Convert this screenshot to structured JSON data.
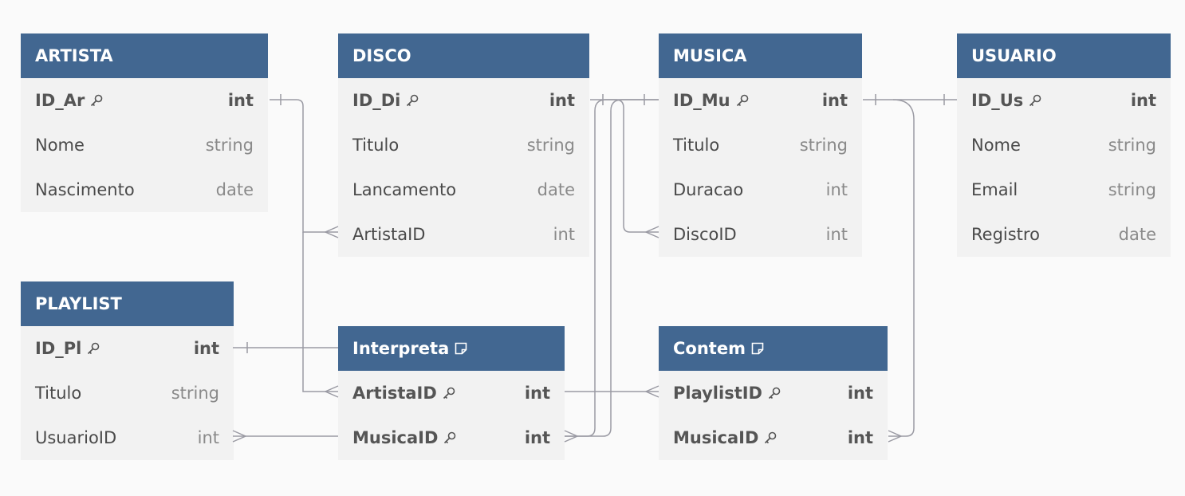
{
  "tables": [
    {
      "id": "artista",
      "title": "ARTISTA",
      "note": false,
      "fields": [
        {
          "name": "ID_Ar",
          "type": "int",
          "pk": true
        },
        {
          "name": "Nome",
          "type": "string",
          "pk": false
        },
        {
          "name": "Nascimento",
          "type": "date",
          "pk": false
        }
      ]
    },
    {
      "id": "disco",
      "title": "DISCO",
      "note": false,
      "fields": [
        {
          "name": "ID_Di",
          "type": "int",
          "pk": true
        },
        {
          "name": "Titulo",
          "type": "string",
          "pk": false
        },
        {
          "name": "Lancamento",
          "type": "date",
          "pk": false
        },
        {
          "name": "ArtistaID",
          "type": "int",
          "pk": false
        }
      ]
    },
    {
      "id": "musica",
      "title": "MUSICA",
      "note": false,
      "fields": [
        {
          "name": "ID_Mu",
          "type": "int",
          "pk": true
        },
        {
          "name": "Titulo",
          "type": "string",
          "pk": false
        },
        {
          "name": "Duracao",
          "type": "int",
          "pk": false
        },
        {
          "name": "DiscoID",
          "type": "int",
          "pk": false
        }
      ]
    },
    {
      "id": "usuario",
      "title": "USUARIO",
      "note": false,
      "fields": [
        {
          "name": "ID_Us",
          "type": "int",
          "pk": true
        },
        {
          "name": "Nome",
          "type": "string",
          "pk": false
        },
        {
          "name": "Email",
          "type": "string",
          "pk": false
        },
        {
          "name": "Registro",
          "type": "date",
          "pk": false
        }
      ]
    },
    {
      "id": "playlist",
      "title": "PLAYLIST",
      "note": false,
      "fields": [
        {
          "name": "ID_Pl",
          "type": "int",
          "pk": true
        },
        {
          "name": "Titulo",
          "type": "string",
          "pk": false
        },
        {
          "name": "UsuarioID",
          "type": "int",
          "pk": false
        }
      ]
    },
    {
      "id": "interpreta",
      "title": "Interpreta",
      "note": true,
      "fields": [
        {
          "name": "ArtistaID",
          "type": "int",
          "pk": true
        },
        {
          "name": "MusicaID",
          "type": "int",
          "pk": true
        }
      ]
    },
    {
      "id": "contem",
      "title": "Contem",
      "note": true,
      "fields": [
        {
          "name": "PlaylistID",
          "type": "int",
          "pk": true
        },
        {
          "name": "MusicaID",
          "type": "int",
          "pk": true
        }
      ]
    }
  ],
  "relationships": [
    {
      "from": "artista.ID_Ar",
      "to": "disco.ArtistaID",
      "kind": "one-to-many"
    },
    {
      "from": "artista.ID_Ar",
      "to": "interpreta.ArtistaID",
      "kind": "one-to-many"
    },
    {
      "from": "disco.ID_Di",
      "to": "musica.DiscoID",
      "kind": "one-to-many"
    },
    {
      "from": "musica.ID_Mu",
      "to": "interpreta.MusicaID",
      "kind": "one-to-many"
    },
    {
      "from": "musica.ID_Mu",
      "to": "contem.MusicaID",
      "kind": "one-to-many"
    },
    {
      "from": "usuario.ID_Us",
      "to": "playlist.UsuarioID",
      "kind": "one-to-many"
    },
    {
      "from": "playlist.ID_Pl",
      "to": "contem.PlaylistID",
      "kind": "one-to-many"
    }
  ],
  "colors": {
    "header": "#426791",
    "body": "#f2f2f2",
    "edge": "#9a9aa3",
    "background": "#fafafa"
  }
}
